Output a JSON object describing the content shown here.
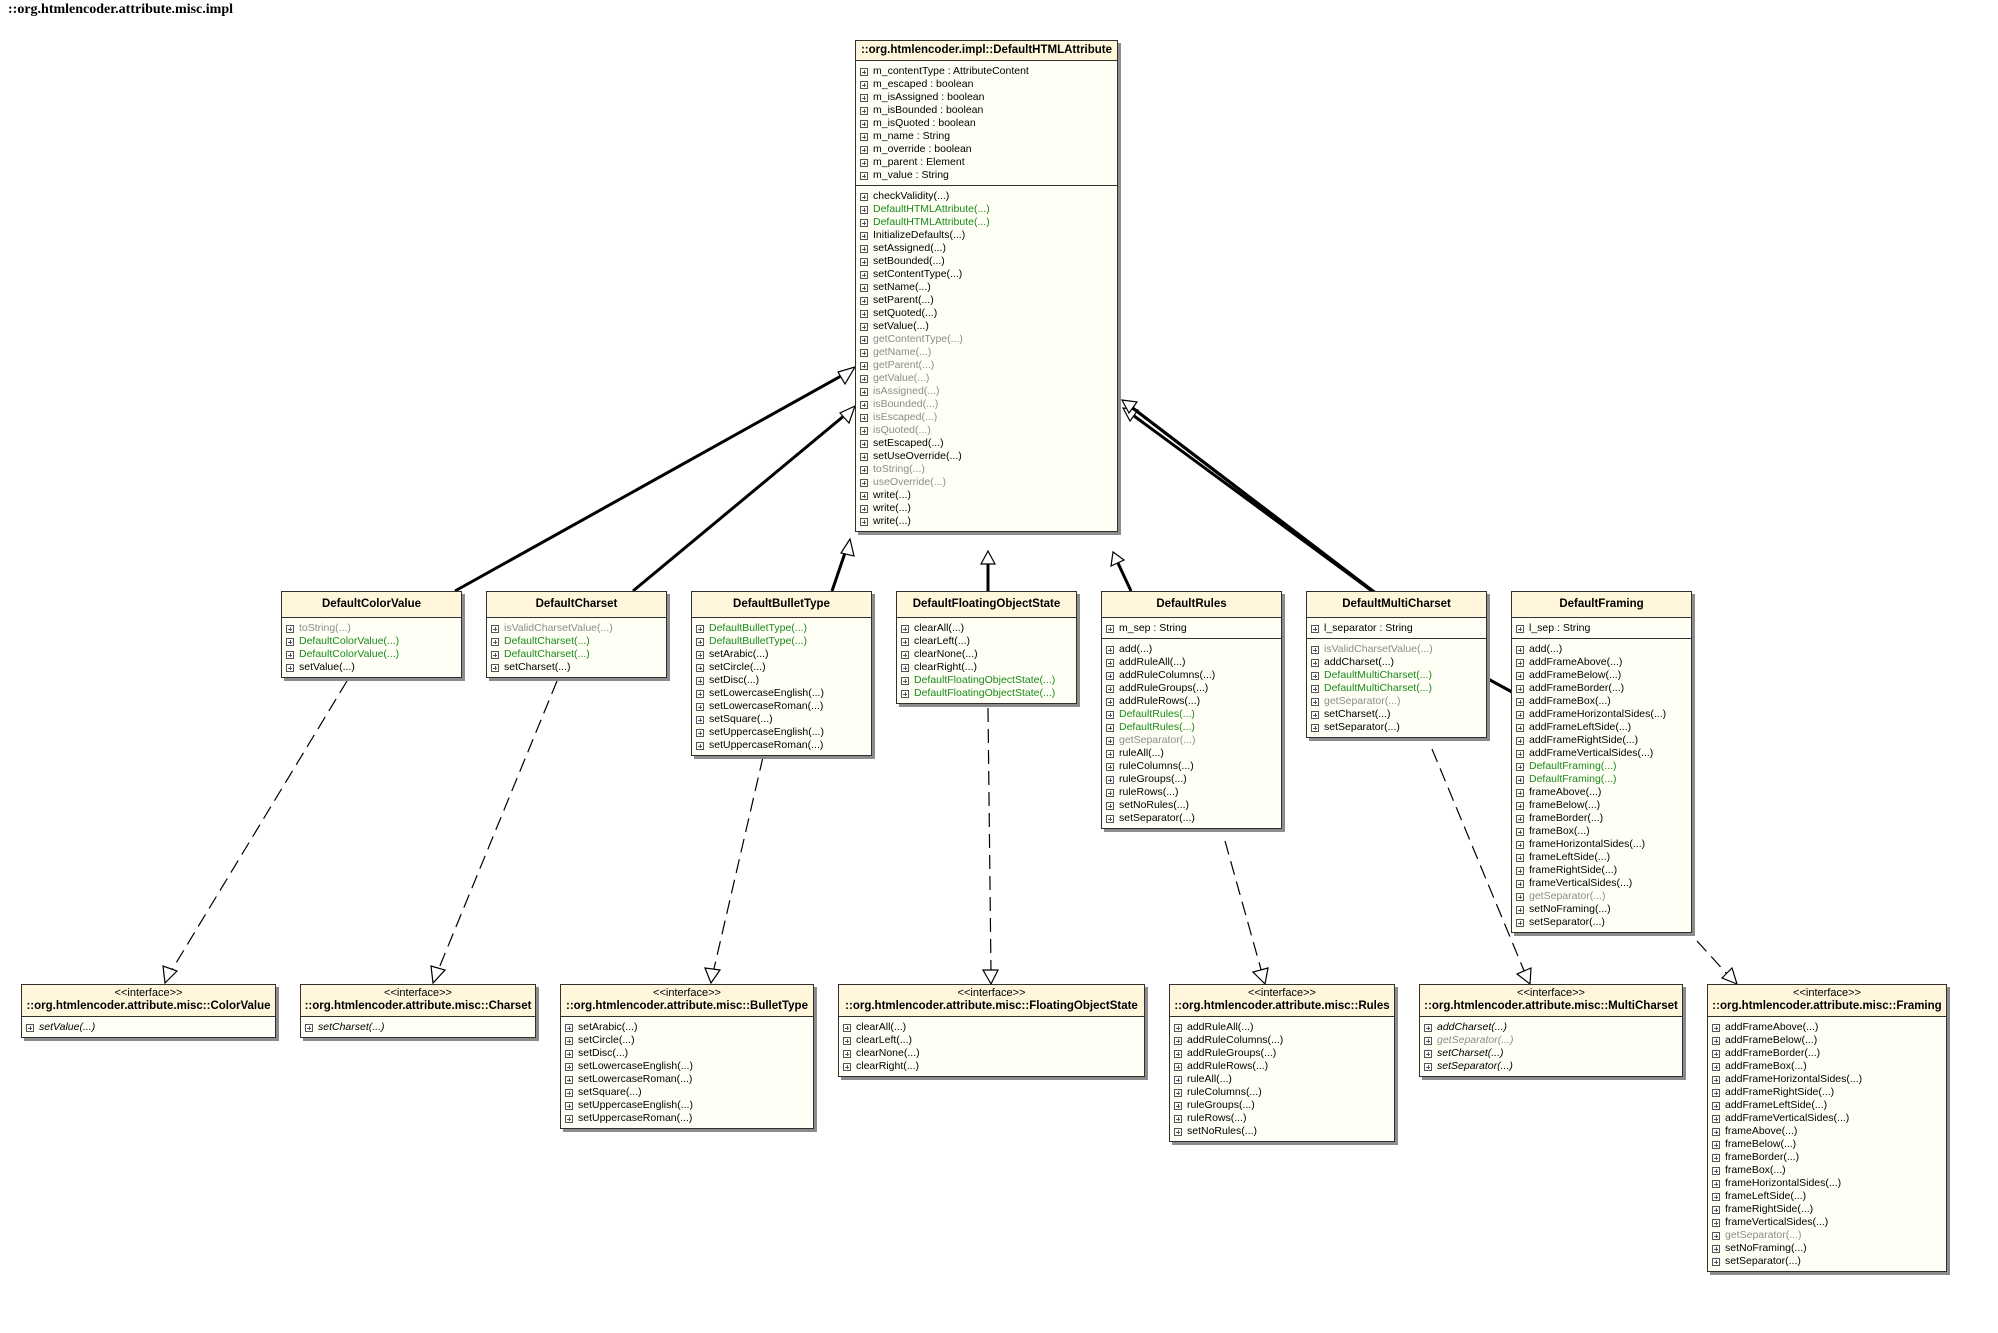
{
  "package_title": "::org.htmlencoder.attribute.misc.impl",
  "colors": {
    "constructor": "#1a8a1a",
    "inherited": "#8c8c8c",
    "header_fill": "#fff6dc",
    "body_fill": "#fffff6"
  },
  "classes": {
    "base": {
      "name": "::org.htmlencoder.impl::DefaultHTMLAttribute",
      "attributes": [
        {
          "t": "m_contentType : AttributeContent"
        },
        {
          "t": "m_escaped : boolean"
        },
        {
          "t": "m_isAssigned : boolean"
        },
        {
          "t": "m_isBounded : boolean"
        },
        {
          "t": "m_isQuoted : boolean"
        },
        {
          "t": "m_name : String"
        },
        {
          "t": "m_override : boolean"
        },
        {
          "t": "m_parent : Element"
        },
        {
          "t": "m_value : String"
        }
      ],
      "operations": [
        {
          "t": "checkValidity(...)"
        },
        {
          "t": "DefaultHTMLAttribute(...)",
          "k": "ctor"
        },
        {
          "t": "DefaultHTMLAttribute(...)",
          "k": "ctor"
        },
        {
          "t": "InitializeDefaults(...)"
        },
        {
          "t": "setAssigned(...)"
        },
        {
          "t": "setBounded(...)"
        },
        {
          "t": "setContentType(...)"
        },
        {
          "t": "setName(...)"
        },
        {
          "t": "setParent(...)"
        },
        {
          "t": "setQuoted(...)"
        },
        {
          "t": "setValue(...)"
        },
        {
          "t": "getContentType(...)",
          "k": "grey"
        },
        {
          "t": "getName(...)",
          "k": "grey"
        },
        {
          "t": "getParent(...)",
          "k": "grey"
        },
        {
          "t": "getValue(...)",
          "k": "grey"
        },
        {
          "t": "isAssigned(...)",
          "k": "grey"
        },
        {
          "t": "isBounded(...)",
          "k": "grey"
        },
        {
          "t": "isEscaped(...)",
          "k": "grey"
        },
        {
          "t": "isQuoted(...)",
          "k": "grey"
        },
        {
          "t": "setEscaped(...)"
        },
        {
          "t": "setUseOverride(...)"
        },
        {
          "t": "toString(...)",
          "k": "grey"
        },
        {
          "t": "useOverride(...)",
          "k": "grey"
        },
        {
          "t": "write(...)"
        },
        {
          "t": "write(...)"
        },
        {
          "t": "write(...)"
        }
      ]
    },
    "color_value": {
      "name": "DefaultColorValue",
      "operations": [
        {
          "t": "toString(...)",
          "k": "grey"
        },
        {
          "t": "DefaultColorValue(...)",
          "k": "ctor"
        },
        {
          "t": "DefaultColorValue(...)",
          "k": "ctor"
        },
        {
          "t": "setValue(...)"
        }
      ]
    },
    "charset": {
      "name": "DefaultCharset",
      "operations": [
        {
          "t": "isValidCharsetValue(...)",
          "k": "grey"
        },
        {
          "t": "DefaultCharset(...)",
          "k": "ctor"
        },
        {
          "t": "DefaultCharset(...)",
          "k": "ctor"
        },
        {
          "t": "setCharset(...)"
        }
      ]
    },
    "bullet_type": {
      "name": "DefaultBulletType",
      "operations": [
        {
          "t": "DefaultBulletType(...)",
          "k": "ctor"
        },
        {
          "t": "DefaultBulletType(...)",
          "k": "ctor"
        },
        {
          "t": "setArabic(...)"
        },
        {
          "t": "setCircle(...)"
        },
        {
          "t": "setDisc(...)"
        },
        {
          "t": "setLowercaseEnglish(...)"
        },
        {
          "t": "setLowercaseRoman(...)"
        },
        {
          "t": "setSquare(...)"
        },
        {
          "t": "setUppercaseEnglish(...)"
        },
        {
          "t": "setUppercaseRoman(...)"
        }
      ]
    },
    "floating_state": {
      "name": "DefaultFloatingObjectState",
      "operations": [
        {
          "t": "clearAll(...)"
        },
        {
          "t": "clearLeft(...)"
        },
        {
          "t": "clearNone(...)"
        },
        {
          "t": "clearRight(...)"
        },
        {
          "t": "DefaultFloatingObjectState(...)",
          "k": "ctor"
        },
        {
          "t": "DefaultFloatingObjectState(...)",
          "k": "ctor"
        }
      ]
    },
    "rules": {
      "name": "DefaultRules",
      "attributes": [
        {
          "t": "m_sep : String"
        }
      ],
      "operations": [
        {
          "t": "add(...)"
        },
        {
          "t": "addRuleAll(...)"
        },
        {
          "t": "addRuleColumns(...)"
        },
        {
          "t": "addRuleGroups(...)"
        },
        {
          "t": "addRuleRows(...)"
        },
        {
          "t": "DefaultRules(...)",
          "k": "ctor"
        },
        {
          "t": "DefaultRules(...)",
          "k": "ctor"
        },
        {
          "t": "getSeparator(...)",
          "k": "grey"
        },
        {
          "t": "ruleAll(...)"
        },
        {
          "t": "ruleColumns(...)"
        },
        {
          "t": "ruleGroups(...)"
        },
        {
          "t": "ruleRows(...)"
        },
        {
          "t": "setNoRules(...)"
        },
        {
          "t": "setSeparator(...)"
        }
      ]
    },
    "multi_charset": {
      "name": "DefaultMultiCharset",
      "attributes": [
        {
          "t": "l_separator : String"
        }
      ],
      "operations": [
        {
          "t": "isValidCharsetValue(...)",
          "k": "grey"
        },
        {
          "t": "addCharset(...)"
        },
        {
          "t": "DefaultMultiCharset(...)",
          "k": "ctor"
        },
        {
          "t": "DefaultMultiCharset(...)",
          "k": "ctor"
        },
        {
          "t": "getSeparator(...)",
          "k": "grey"
        },
        {
          "t": "setCharset(...)"
        },
        {
          "t": "setSeparator(...)"
        }
      ]
    },
    "framing": {
      "name": "DefaultFraming",
      "attributes": [
        {
          "t": "l_sep : String"
        }
      ],
      "operations": [
        {
          "t": "add(...)"
        },
        {
          "t": "addFrameAbove(...)"
        },
        {
          "t": "addFrameBelow(...)"
        },
        {
          "t": "addFrameBorder(...)"
        },
        {
          "t": "addFrameBox(...)"
        },
        {
          "t": "addFrameHorizontalSides(...)"
        },
        {
          "t": "addFrameLeftSide(...)"
        },
        {
          "t": "addFrameRightSide(...)"
        },
        {
          "t": "addFrameVerticalSides(...)"
        },
        {
          "t": "DefaultFraming(...)",
          "k": "ctor"
        },
        {
          "t": "DefaultFraming(...)",
          "k": "ctor"
        },
        {
          "t": "frameAbove(...)"
        },
        {
          "t": "frameBelow(...)"
        },
        {
          "t": "frameBorder(...)"
        },
        {
          "t": "frameBox(...)"
        },
        {
          "t": "frameHorizontalSides(...)"
        },
        {
          "t": "frameLeftSide(...)"
        },
        {
          "t": "frameRightSide(...)"
        },
        {
          "t": "frameVerticalSides(...)"
        },
        {
          "t": "getSeparator(...)",
          "k": "grey"
        },
        {
          "t": "setNoFraming(...)"
        },
        {
          "t": "setSeparator(...)"
        }
      ]
    }
  },
  "interfaces": {
    "stereotype": "<<interface>>",
    "color_value": {
      "name": "::org.htmlencoder.attribute.misc::ColorValue",
      "operations": [
        {
          "t": "setValue(...)",
          "k": "abs"
        }
      ]
    },
    "charset": {
      "name": "::org.htmlencoder.attribute.misc::Charset",
      "operations": [
        {
          "t": "setCharset(...)",
          "k": "abs"
        }
      ]
    },
    "bullet_type": {
      "name": "::org.htmlencoder.attribute.misc::BulletType",
      "operations": [
        {
          "t": "setArabic(...)"
        },
        {
          "t": "setCircle(...)"
        },
        {
          "t": "setDisc(...)"
        },
        {
          "t": "setLowercaseEnglish(...)"
        },
        {
          "t": "setLowercaseRoman(...)"
        },
        {
          "t": "setSquare(...)"
        },
        {
          "t": "setUppercaseEnglish(...)"
        },
        {
          "t": "setUppercaseRoman(...)"
        }
      ]
    },
    "floating_state": {
      "name": "::org.htmlencoder.attribute.misc::FloatingObjectState",
      "operations": [
        {
          "t": "clearAll(...)"
        },
        {
          "t": "clearLeft(...)"
        },
        {
          "t": "clearNone(...)"
        },
        {
          "t": "clearRight(...)"
        }
      ]
    },
    "rules": {
      "name": "::org.htmlencoder.attribute.misc::Rules",
      "operations": [
        {
          "t": "addRuleAll(...)"
        },
        {
          "t": "addRuleColumns(...)"
        },
        {
          "t": "addRuleGroups(...)"
        },
        {
          "t": "addRuleRows(...)"
        },
        {
          "t": "ruleAll(...)"
        },
        {
          "t": "ruleColumns(...)"
        },
        {
          "t": "ruleGroups(...)"
        },
        {
          "t": "ruleRows(...)"
        },
        {
          "t": "setNoRules(...)"
        }
      ]
    },
    "multi_charset": {
      "name": "::org.htmlencoder.attribute.misc::MultiCharset",
      "operations": [
        {
          "t": "addCharset(...)",
          "k": "abs"
        },
        {
          "t": "getSeparator(...)",
          "k": "abs grey"
        },
        {
          "t": "setCharset(...)",
          "k": "abs"
        },
        {
          "t": "setSeparator(...)",
          "k": "abs"
        }
      ]
    },
    "framing": {
      "name": "::org.htmlencoder.attribute.misc::Framing",
      "operations": [
        {
          "t": "addFrameAbove(...)"
        },
        {
          "t": "addFrameBelow(...)"
        },
        {
          "t": "addFrameBorder(...)"
        },
        {
          "t": "addFrameBox(...)"
        },
        {
          "t": "addFrameHorizontalSides(...)"
        },
        {
          "t": "addFrameRightSide(...)"
        },
        {
          "t": "addFrameLeftSide(...)"
        },
        {
          "t": "addFrameVerticalSides(...)"
        },
        {
          "t": "frameAbove(...)"
        },
        {
          "t": "frameBelow(...)"
        },
        {
          "t": "frameBorder(...)"
        },
        {
          "t": "frameBox(...)"
        },
        {
          "t": "frameHorizontalSides(...)"
        },
        {
          "t": "frameLeftSide(...)"
        },
        {
          "t": "frameRightSide(...)"
        },
        {
          "t": "frameVerticalSides(...)"
        },
        {
          "t": "getSeparator(...)",
          "k": "grey"
        },
        {
          "t": "setNoFraming(...)"
        },
        {
          "t": "setSeparator(...)"
        }
      ]
    }
  }
}
